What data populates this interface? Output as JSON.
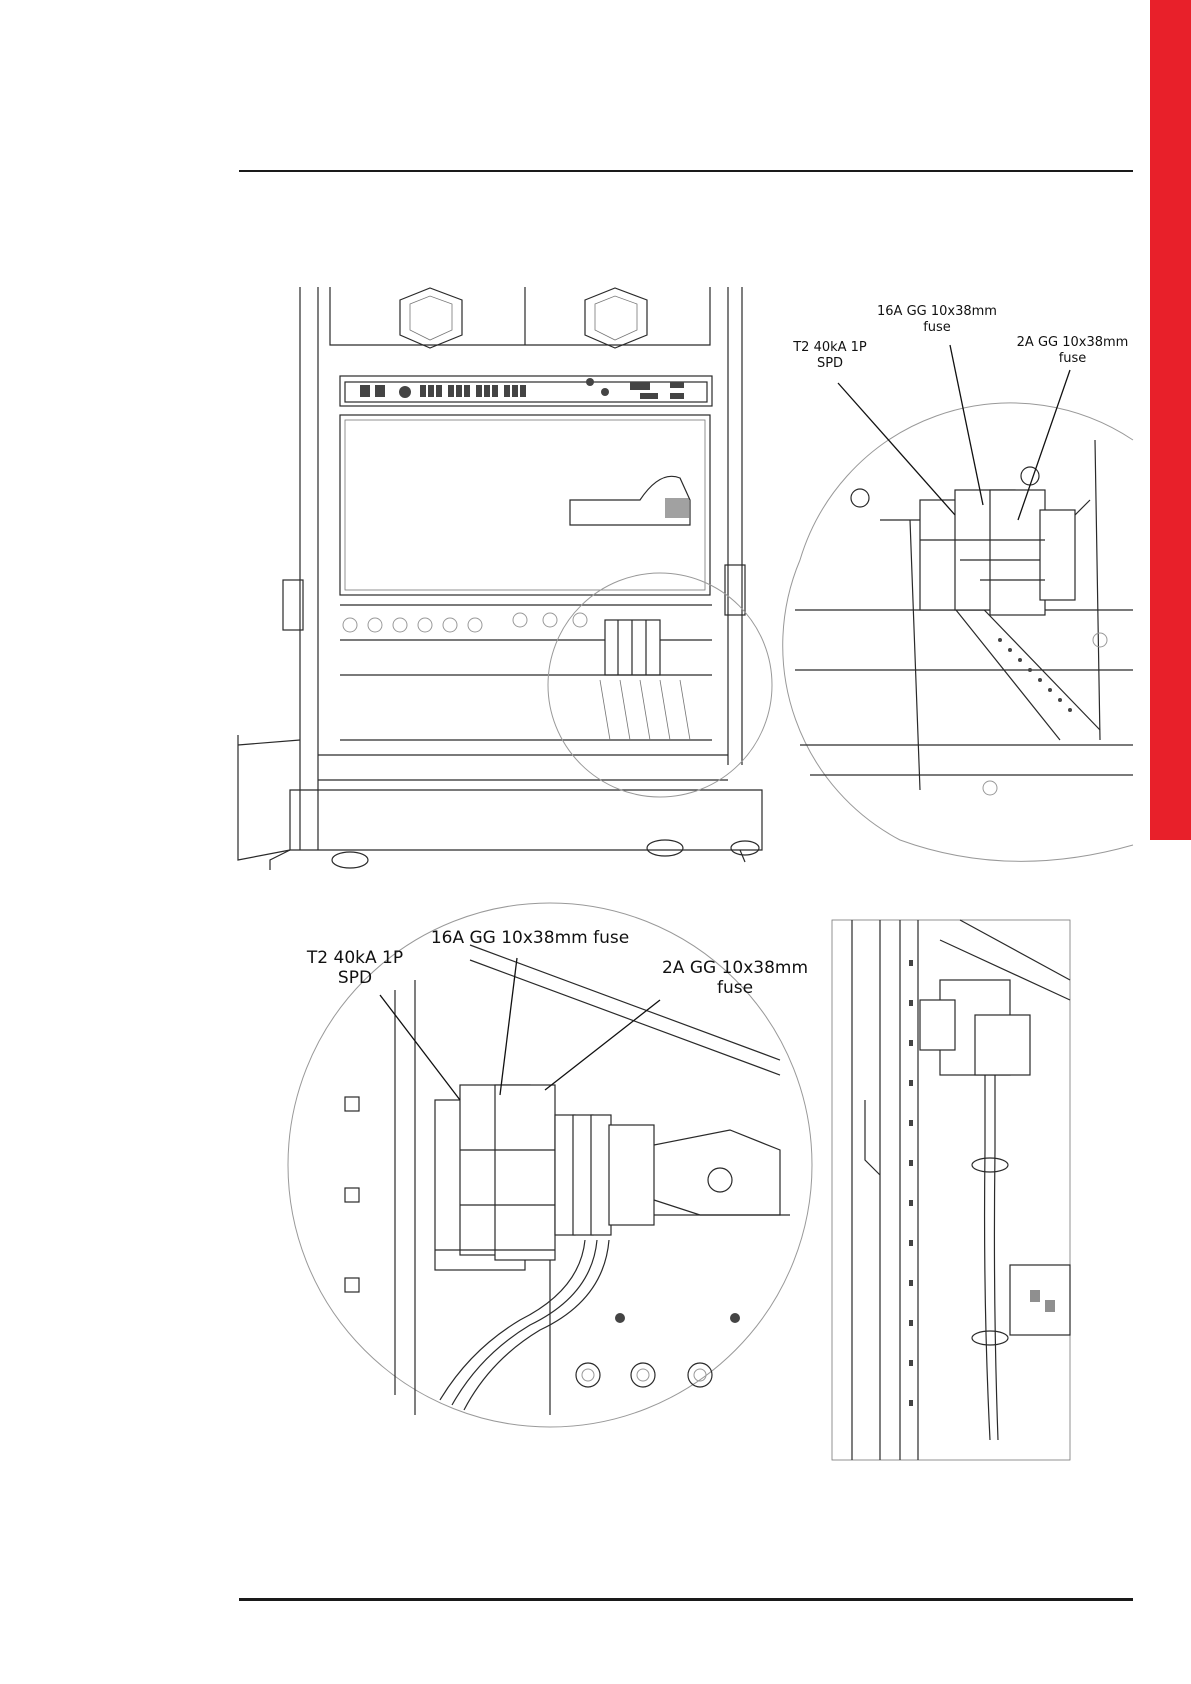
{
  "colors": {
    "side_tab": "#e8202a",
    "rule": "#1a1a1a"
  },
  "figure_top": {
    "callouts": {
      "spd": "T2 40kA 1P\nSPD",
      "fuse_16a": "16A GG 10x38mm\nfuse",
      "fuse_2a": "2A GG 10x38mm\nfuse"
    }
  },
  "figure_bottom": {
    "callouts": {
      "spd": "T2 40kA 1P\nSPD",
      "fuse_16a": "16A GG 10x38mm fuse",
      "fuse_2a": "2A GG 10x38mm\nfuse"
    }
  }
}
